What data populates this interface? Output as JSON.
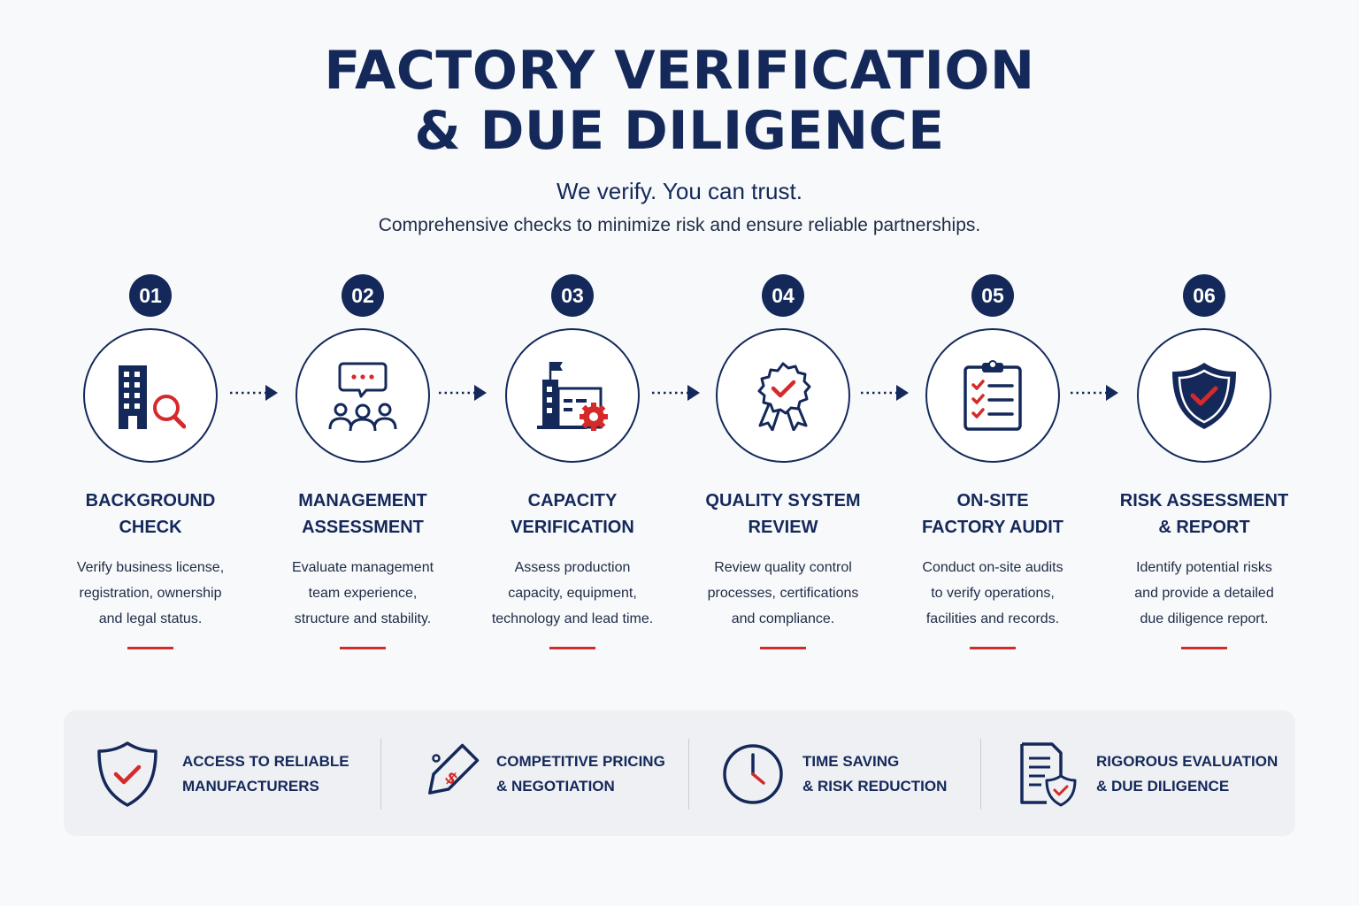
{
  "header": {
    "title_line1": "FACTORY VERIFICATION",
    "title_line2": "& DUE DILIGENCE",
    "tagline": "We verify. You can trust.",
    "subtitle": "Comprehensive checks to minimize risk and ensure reliable partnerships."
  },
  "colors": {
    "navy": "#14295a",
    "accent_red": "#d52a2a",
    "background": "#f8f9fb",
    "panel": "#eef0f3"
  },
  "steps": [
    {
      "number": "01",
      "title_line1": "BACKGROUND",
      "title_line2": "CHECK",
      "desc_line1": "Verify business license,",
      "desc_line2": "registration, ownership",
      "desc_line3": "and legal status.",
      "icon": "building-search-icon"
    },
    {
      "number": "02",
      "title_line1": "MANAGEMENT",
      "title_line2": "ASSESSMENT",
      "desc_line1": "Evaluate management",
      "desc_line2": "team experience,",
      "desc_line3": "structure and stability.",
      "icon": "team-chat-icon"
    },
    {
      "number": "03",
      "title_line1": "CAPACITY",
      "title_line2": "VERIFICATION",
      "desc_line1": "Assess production",
      "desc_line2": "capacity, equipment,",
      "desc_line3": "technology and lead time.",
      "icon": "factory-gear-icon"
    },
    {
      "number": "04",
      "title_line1": "QUALITY SYSTEM",
      "title_line2": "REVIEW",
      "desc_line1": "Review quality control",
      "desc_line2": "processes, certifications",
      "desc_line3": "and compliance.",
      "icon": "quality-badge-icon"
    },
    {
      "number": "05",
      "title_line1": "ON-SITE",
      "title_line2": "FACTORY AUDIT",
      "desc_line1": "Conduct on-site audits",
      "desc_line2": "to verify operations,",
      "desc_line3": "facilities and records.",
      "icon": "clipboard-checklist-icon"
    },
    {
      "number": "06",
      "title_line1": "RISK ASSESSMENT",
      "title_line2": "& REPORT",
      "desc_line1": "Identify potential risks",
      "desc_line2": "and provide a detailed",
      "desc_line3": "due diligence report.",
      "icon": "shield-check-icon"
    }
  ],
  "benefits": [
    {
      "line1": "ACCESS TO RELIABLE",
      "line2": "MANUFACTURERS",
      "icon": "shield-check-icon"
    },
    {
      "line1": "COMPETITIVE PRICING",
      "line2": "& NEGOTIATION",
      "icon": "price-tag-icon"
    },
    {
      "line1": "TIME SAVING",
      "line2": "& RISK REDUCTION",
      "icon": "clock-icon"
    },
    {
      "line1": "RIGOROUS EVALUATION",
      "line2": "& DUE DILIGENCE",
      "icon": "document-shield-icon"
    }
  ]
}
